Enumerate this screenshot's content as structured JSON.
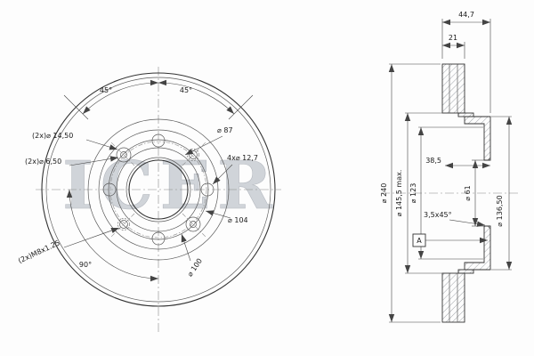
{
  "watermark": "ICER",
  "front_view": {
    "angle_top_left": "45°",
    "angle_top_right": "45°",
    "counterbore_label": "(2x)⌀ 14,50",
    "hole_6_5_label": "(2x)⌀ 6,50",
    "dia_87_label": "⌀ 87",
    "lug_hole_label": "4x⌀ 12,7",
    "dia_104_label": "⌀ 104",
    "bolt_circle_label": "⌀ 100",
    "thread_label": "(2x)M8x1.25",
    "angle_bottom_label": "90°"
  },
  "section_view": {
    "overall_width": "44,7",
    "disc_thickness": "21",
    "depth": "38,5",
    "outer_diameter": "⌀ 240",
    "max_diameter": "⌀ 145,5 max.",
    "dia_123": "⌀ 123",
    "bore_diameter": "⌀ 61",
    "dia_136_5": "⌀ 136,50",
    "chamfer": "3,5x45°",
    "datum_label": "A"
  },
  "colors": {
    "line": "#333333",
    "dimension": "#444444",
    "centerline": "#8a8a8a",
    "watermark": "#c9cdd3",
    "background": "#fdfdfd"
  }
}
